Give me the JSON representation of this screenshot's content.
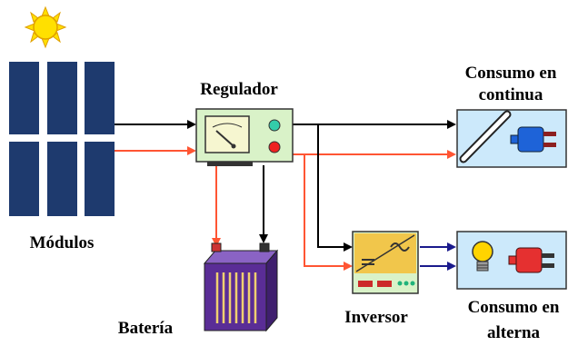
{
  "labels": {
    "modules": "Módulos",
    "regulator": "Regulador",
    "battery": "Batería",
    "inverter": "Inversor",
    "dc_load_line1": "Consumo en",
    "dc_load_line2": "continua",
    "ac_load_line1": "Consumo en",
    "ac_load_line2": "alterna"
  },
  "colors": {
    "positive_wire": "#ff5533",
    "negative_wire": "#000000",
    "ac_wire": "#1a1a8c",
    "panel_cell": "#1e3a6e",
    "regulator_box": "#d9f2c8",
    "load_box": "#cce9fb",
    "battery_body": "#5a2d96",
    "inverter_top": "#f1c64b",
    "sun": "#ffe000"
  },
  "icons": {
    "sun": "sun-icon",
    "voltmeter": "meter-icon",
    "fluorescent_tube": "tube-lamp-icon",
    "dc_plug": "dc-plug-icon",
    "light_bulb": "bulb-icon",
    "ac_plug": "ac-plug-icon",
    "sine_wave": "sine-wave-icon"
  }
}
